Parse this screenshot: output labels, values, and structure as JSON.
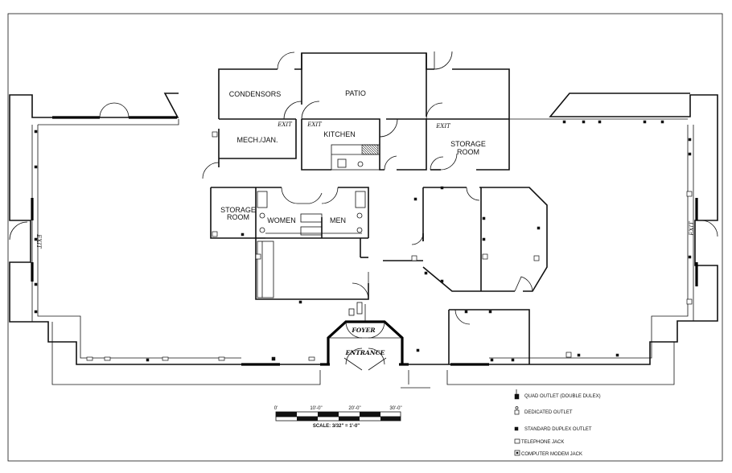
{
  "rooms": {
    "condensors": "CONDENSORS",
    "patio": "PATIO",
    "mech": "MECH./JAN.",
    "kitchen": "KITCHEN",
    "storage_top_l1": "STORAGE",
    "storage_top_l2": "ROOM",
    "storage_left_l1": "STORAGE",
    "storage_left_l2": "ROOM",
    "women": "WOMEN",
    "men": "MEN",
    "foyer": "FOYER",
    "entrance": "ENTRANCE"
  },
  "exits": {
    "exit_1": "EXIT",
    "exit_2": "EXIT",
    "exit_3": "EXIT",
    "exit_left": "EXIT",
    "exit_right": "EXIT"
  },
  "scale": {
    "ticks": [
      "0'",
      "10'-0\"",
      "20'-0\"",
      "30'-0\""
    ],
    "label": "SCALE: 3/32\" = 1'-0\""
  },
  "legend": {
    "quad": "QUAD OUTLET (DOUBLE DULEX)",
    "dedicated": "DEDICATED OUTLET",
    "duplex": "STANDARD DUPLEX OUTLET",
    "telephone": "TELEPHONE JACK",
    "modem": "COMPUTER MODEM JACK"
  },
  "colors": {
    "line": "#111111",
    "paper": "#ffffff"
  }
}
